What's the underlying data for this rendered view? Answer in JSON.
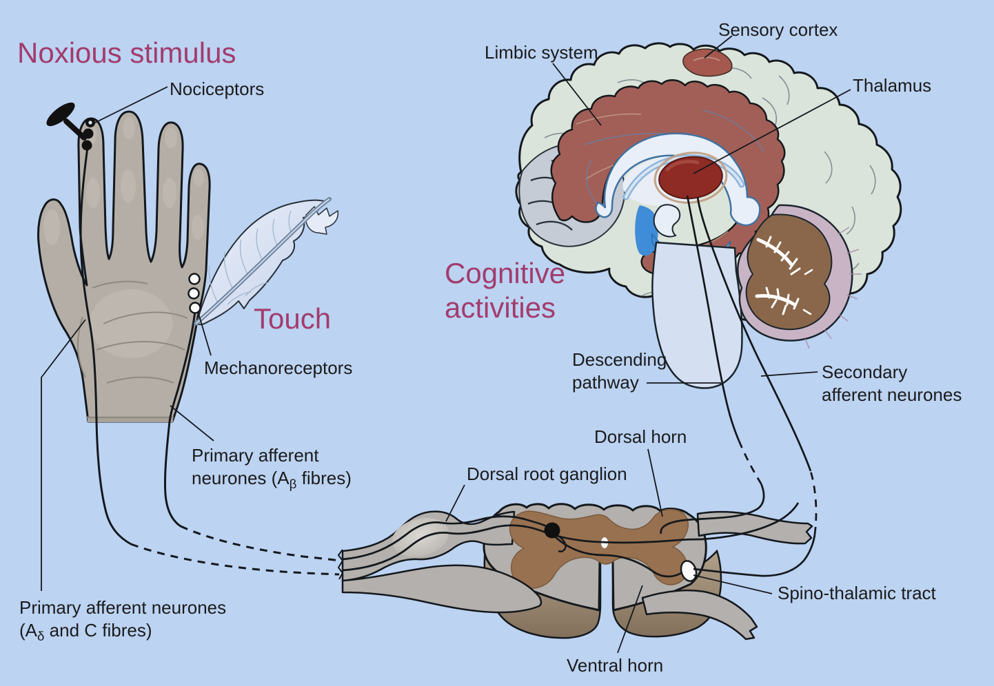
{
  "figure": {
    "description": "Pain and touch pathway diagram: hand with receptors, spinal cord cross-section, and brain"
  },
  "colors": {
    "background": "#bcd3f2",
    "heading": "#a23c6d",
    "label": "#1b1b1b",
    "outline": "#14181c",
    "hand": "#b4aea6",
    "feather": "#dde6f5",
    "cortex": "#dbe4da",
    "limbic": "#a25f57",
    "thalamus": "#8e2b24",
    "sensory_cortex_patch": "#a5584e",
    "cerebellum": "#8a674a",
    "cerebellum_sheath": "#c9b4c6",
    "csf_blue": "#3f8cd8",
    "white_matter": "#b3b0ad",
    "grey_matter": "#987150"
  },
  "labels": {
    "noxious_stimulus": "Noxious stimulus",
    "nociceptors": "Nociceptors",
    "touch": "Touch",
    "mechanoreceptors": "Mechanoreceptors",
    "primary_afferent_ab": {
      "line1": "Primary afferent",
      "line2_pre": "neurones (A",
      "sub": "β",
      "line2_post": " fibres)"
    },
    "primary_afferent_adc": {
      "line1": "Primary afferent neurones",
      "line2_pre": "(A",
      "sub": "δ",
      "line2_post": " and C fibres)"
    },
    "sensory_cortex": "Sensory cortex",
    "limbic_system": "Limbic system",
    "thalamus": "Thalamus",
    "cognitive_activities": {
      "line1": "Cognitive",
      "line2": "activities"
    },
    "descending_pathway": {
      "line1": "Descending",
      "line2": "pathway"
    },
    "secondary_afferent": {
      "line1": "Secondary",
      "line2": "afferent neurones"
    },
    "dorsal_horn": "Dorsal horn",
    "dorsal_root_ganglion": "Dorsal root ganglion",
    "spino_thalamic_tract": "Spino-thalamic tract",
    "ventral_horn": "Ventral horn"
  }
}
